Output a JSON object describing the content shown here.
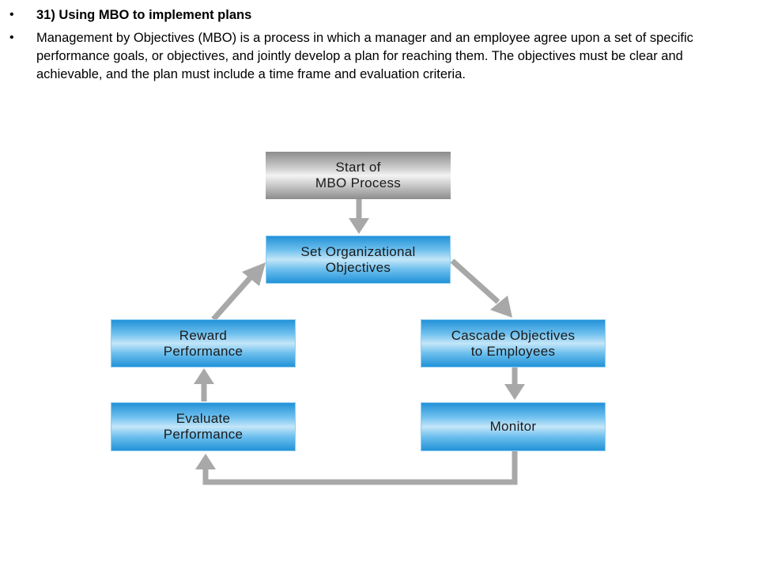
{
  "slide": {
    "heading": "31) Using MBO to implement plans",
    "body": "Management by Objectives (MBO) is a process in which a manager and an employee agree upon a set of specific performance goals, or objectives, and jointly develop a plan for reaching them. The objectives must be clear and achievable, and the plan must include a time frame and evaluation criteria.",
    "bullet_glyph": "•"
  },
  "diagram": {
    "start": [
      "Start of",
      "MBO Process"
    ],
    "set_objectives": [
      "Set Organizational",
      "Objectives"
    ],
    "cascade": [
      "Cascade Objectives",
      "to Employees"
    ],
    "monitor": [
      "Monitor"
    ],
    "evaluate": [
      "Evaluate",
      "Performance"
    ],
    "reward": [
      "Reward",
      "Performance"
    ]
  },
  "colors": {
    "box_blue": "#1e8fd6",
    "box_gray": "#a6a6a6",
    "arrow_gray": "#a8a8a8"
  }
}
